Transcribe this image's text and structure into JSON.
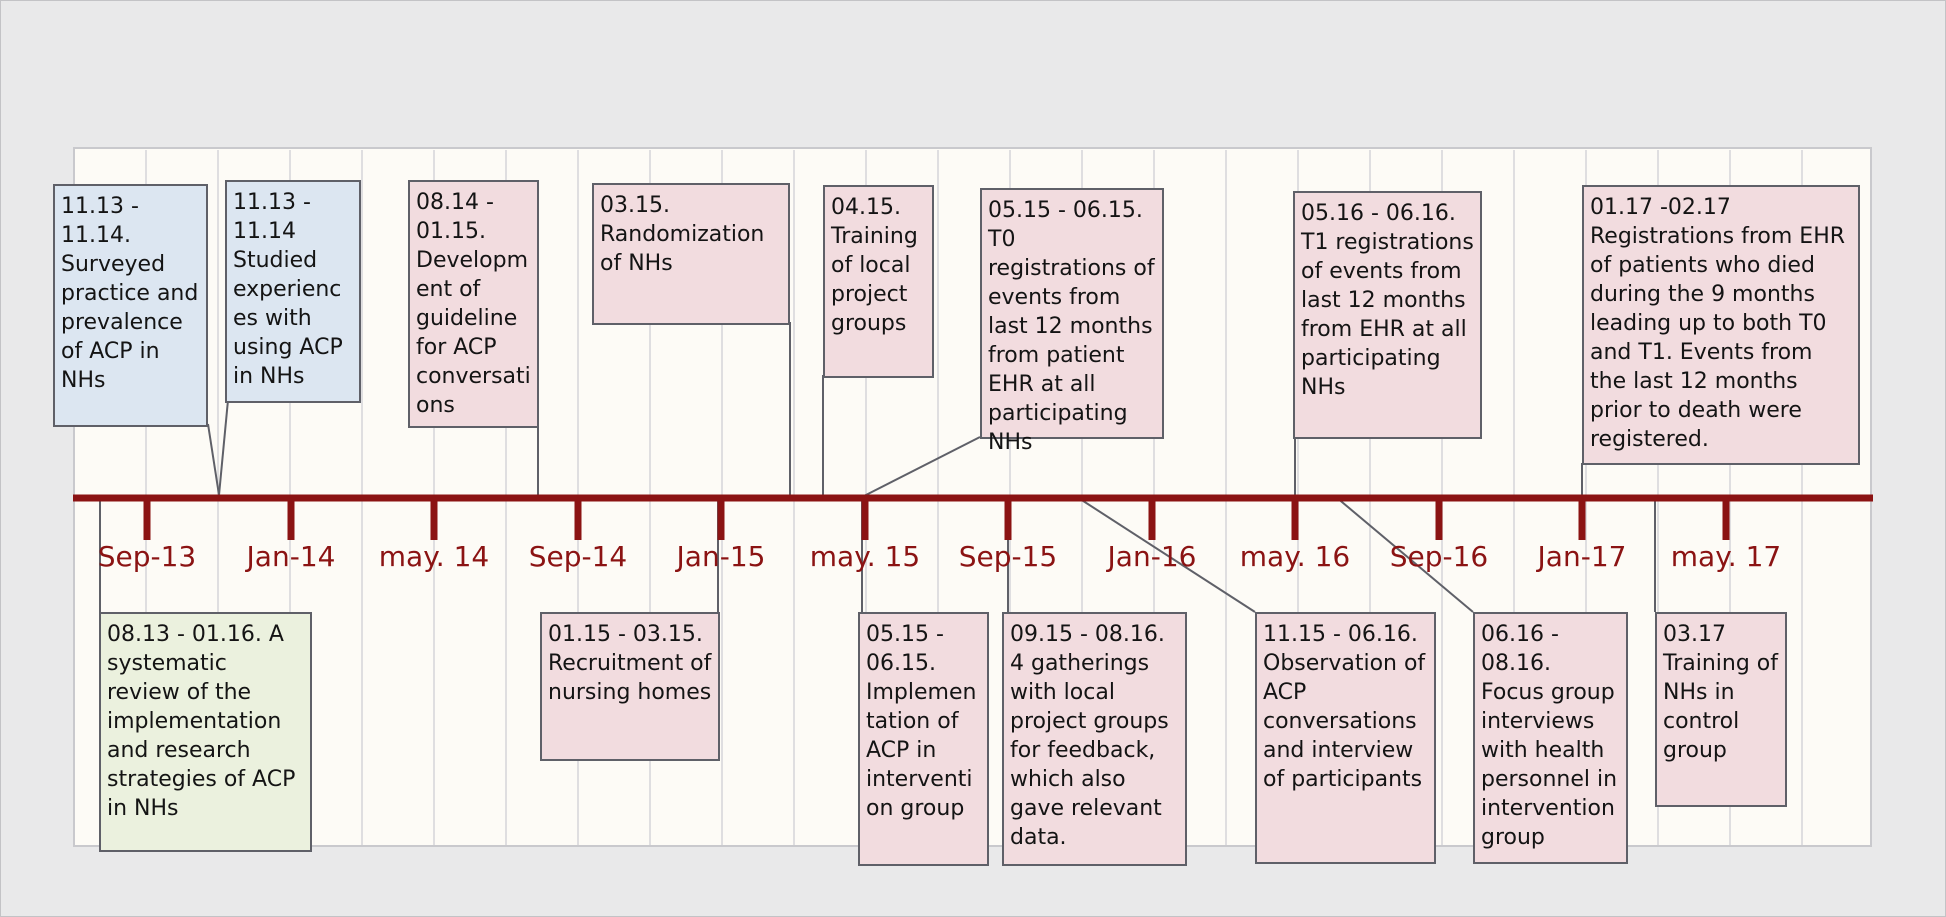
{
  "timeline": {
    "ticks": [
      "Sep-13",
      "Jan-14",
      "may. 14",
      "Sep-14",
      "Jan-15",
      "may. 15",
      "Sep-15",
      "Jan-16",
      "may. 16",
      "Sep-16",
      "Jan-17",
      "may. 17"
    ]
  },
  "events_above": [
    {
      "text": "11.13 - 11.14. Surveyed practice and prevalence of ACP in NHs",
      "color": "#dce6f1"
    },
    {
      "text": "11.13 - 11.14 Studied experiences with using ACP in NHs",
      "color": "#dce6f1"
    },
    {
      "text": "08.14 - 01.15. Development of guideline for ACP conversations",
      "color": "#f2dcdf"
    },
    {
      "text": "03.15. Randomization of NHs",
      "color": "#f2dcdf"
    },
    {
      "text": "04.15. Training of local project groups",
      "color": "#f2dcdf"
    },
    {
      "text": "05.15 - 06.15. T0 registrations of events from last 12 months from patient EHR at all participating NHs",
      "color": "#f2dcdf"
    },
    {
      "text": "05.16 - 06.16. T1 registrations of events from last 12 months from EHR at all participating NHs",
      "color": "#f2dcdf"
    },
    {
      "text": "01.17 -02.17 Registrations from EHR of patients who died during the 9 months leading up to both T0 and T1. Events from the last 12 months prior to death were registered.",
      "color": "#f2dcdf"
    }
  ],
  "events_below": [
    {
      "text": "08.13 - 01.16. A systematic review of the implementation and research strategies of ACP in NHs",
      "color": "#ebf1de"
    },
    {
      "text": "01.15 - 03.15. Recruitment of nursing homes",
      "color": "#f2dcdf"
    },
    {
      "text": "05.15 - 06.15. Implementation of ACP in intervention group",
      "color": "#f2dcdf"
    },
    {
      "text": "09.15 - 08.16. 4 gatherings with local project groups for feedback, which also gave relevant data.",
      "color": "#f2dcdf"
    },
    {
      "text": "11.15 - 06.16. Observation of ACP conversations and interview of participants",
      "color": "#f2dcdf"
    },
    {
      "text": "06.16 - 08.16. Focus group interviews with health personnel in intervention group",
      "color": "#f2dcdf"
    },
    {
      "text": "03.17 Training of NHs in control group",
      "color": "#f2dcdf"
    }
  ],
  "colors": {
    "axis": "#8b1313",
    "panel": "#fdfbf6",
    "connector": "#5f6068"
  }
}
